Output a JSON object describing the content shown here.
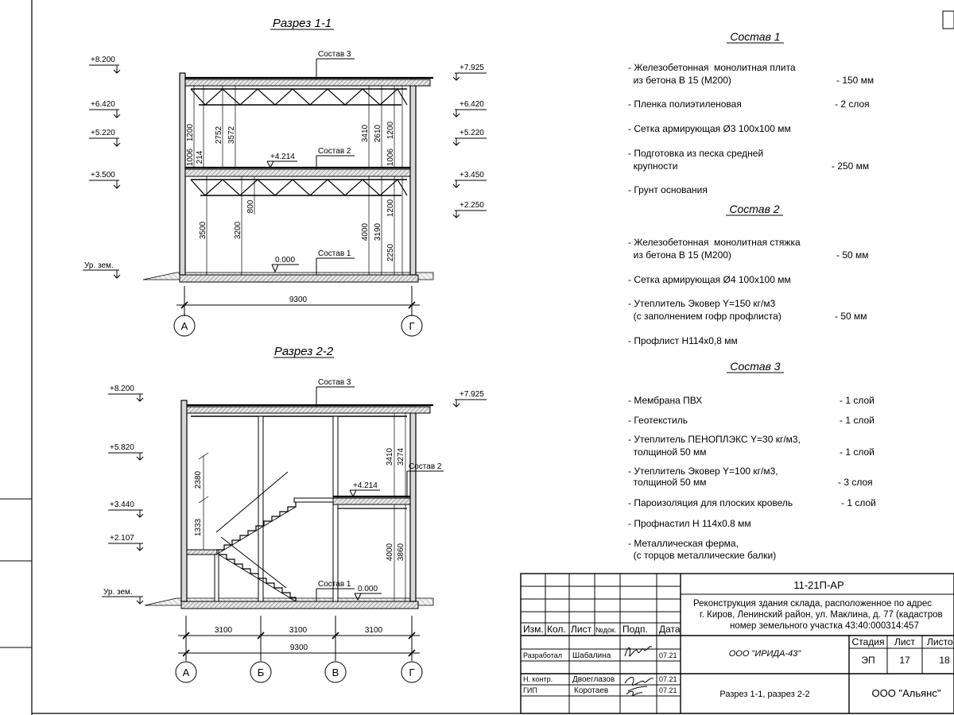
{
  "drawing": {
    "section1_title": "Разрез 1-1",
    "section2_title": "Разрез 2-2",
    "s1": {
      "left_levels": [
        "+8.200",
        "+6.420",
        "+5.220",
        "+3.500"
      ],
      "right_levels": [
        "+7.925",
        "+6.420",
        "+5.220",
        "+3.450",
        "+2.250"
      ],
      "ground_label": "Ур. зем.",
      "labels": [
        "Состав 3",
        "Состав 2",
        "Состав 1"
      ],
      "level_4214": "+4.214",
      "level_000": "0.000",
      "dims_upper_left": [
        "1200",
        "1006",
        "214",
        "2752",
        "3572"
      ],
      "dims_upper_right": [
        "3410",
        "2610",
        "1200",
        "1006"
      ],
      "dims_lower_left": [
        "3500",
        "3200",
        "800"
      ],
      "dims_lower_right": [
        "4000",
        "3190",
        "1200",
        "2250"
      ],
      "overall": "9300",
      "axes": [
        "А",
        "Г"
      ]
    },
    "s2": {
      "left_levels": [
        "+8.200",
        "+5.820",
        "+3.440",
        "+2.107"
      ],
      "right_levels": [
        "+7.925"
      ],
      "ground_label": "Ур. зем.",
      "labels": [
        "Состав 3",
        "Состав 2",
        "Состав 1"
      ],
      "level_4214": "+4.214",
      "level_000": "0.000",
      "dims_stair": [
        "2380",
        "1333"
      ],
      "dims_right_upper": [
        "3410",
        "3274"
      ],
      "dims_right_lower": [
        "4000",
        "3860"
      ],
      "spans": [
        "3100",
        "3100",
        "3100"
      ],
      "overall": "9300",
      "axes": [
        "А",
        "Б",
        "В",
        "Г"
      ]
    }
  },
  "spec": {
    "sostav1": {
      "title": "Состав 1",
      "items": [
        {
          "lines": [
            "- Железобетонная  монолитная плита",
            "  из бетона В 15 (М200)"
          ],
          "value": "- 150 мм"
        },
        {
          "lines": [
            "- Пленка полиэтиленовая"
          ],
          "value": "- 2 слоя"
        },
        {
          "lines": [
            "- Сетка армирующая Ø3 100х100 мм"
          ],
          "value": ""
        },
        {
          "lines": [
            "- Подготовка из песка средней",
            "  крупности"
          ],
          "value": "- 250 мм"
        },
        {
          "lines": [
            "- Грунт основания"
          ],
          "value": ""
        }
      ]
    },
    "sostav2": {
      "title": "Состав 2",
      "items": [
        {
          "lines": [
            "- Железобетонная  монолитная стяжка",
            "  из бетона В 15 (М200)"
          ],
          "value": "- 50 мм"
        },
        {
          "lines": [
            "- Сетка армирующая Ø4 100х100 мм"
          ],
          "value": ""
        },
        {
          "lines": [
            "- Утеплитель Эковер Y=150 кг/м3",
            "  (с заполнением гофр профлиста)"
          ],
          "value": "- 50 мм"
        },
        {
          "lines": [
            "- Профлист Н114х0,8 мм"
          ],
          "value": ""
        }
      ]
    },
    "sostav3": {
      "title": "Состав 3",
      "items": [
        {
          "lines": [
            "- Мембрана ПВХ"
          ],
          "value": "- 1 слой"
        },
        {
          "lines": [
            "- Геотекстиль"
          ],
          "value": "- 1 слой"
        },
        {
          "lines": [
            "- Утеплитель ПЕНОПЛЭКС Y=30 кг/м3,",
            "  толщиной 50 мм"
          ],
          "value": "- 1 слой"
        },
        {
          "lines": [
            "- Утеплитель Эковер Y=100 кг/м3,",
            "  толщиной 50 мм"
          ],
          "value": "- 3 слоя"
        },
        {
          "lines": [
            "- Пароизоляция для плоских кровель"
          ],
          "value": "- 1 слой"
        },
        {
          "lines": [
            "- Профнастил Н 114х0.8 мм"
          ],
          "value": ""
        },
        {
          "lines": [
            "- Металлическая ферма,",
            "  (с торцов металлические балки)"
          ],
          "value": ""
        }
      ]
    }
  },
  "stamp": {
    "code": "11-21П-АР",
    "project_lines": [
      "Реконструкция здания склада, расположенное по адрес",
      "г. Киров, Ленинский район, ул. Маклина, д. 77 (кадастров",
      "номер земельного участка 43:40:000314:457"
    ],
    "header_cols": [
      "Изм.",
      "Кол.",
      "Лист",
      "№док.",
      "Подп.",
      "Дата"
    ],
    "rows": [
      {
        "role": "Разработал",
        "name": "Шабалина",
        "date": "07.21"
      },
      {
        "role": "",
        "name": "",
        "date": ""
      },
      {
        "role": "Н. контр.",
        "name": "Двоеглазов",
        "date": "07.21"
      },
      {
        "role": "ГИП",
        "name": "Коротаев",
        "date": "07.21"
      }
    ],
    "org_designer": "ООО \"ИРИДА-43\"",
    "stage_header": [
      "Стадия",
      "Лист",
      "Листо"
    ],
    "stage_values": [
      "ЭП",
      "17",
      "18"
    ],
    "sheet_title": "Разрез 1-1, разрез 2-2",
    "client": "ООО \"Альянс\""
  }
}
